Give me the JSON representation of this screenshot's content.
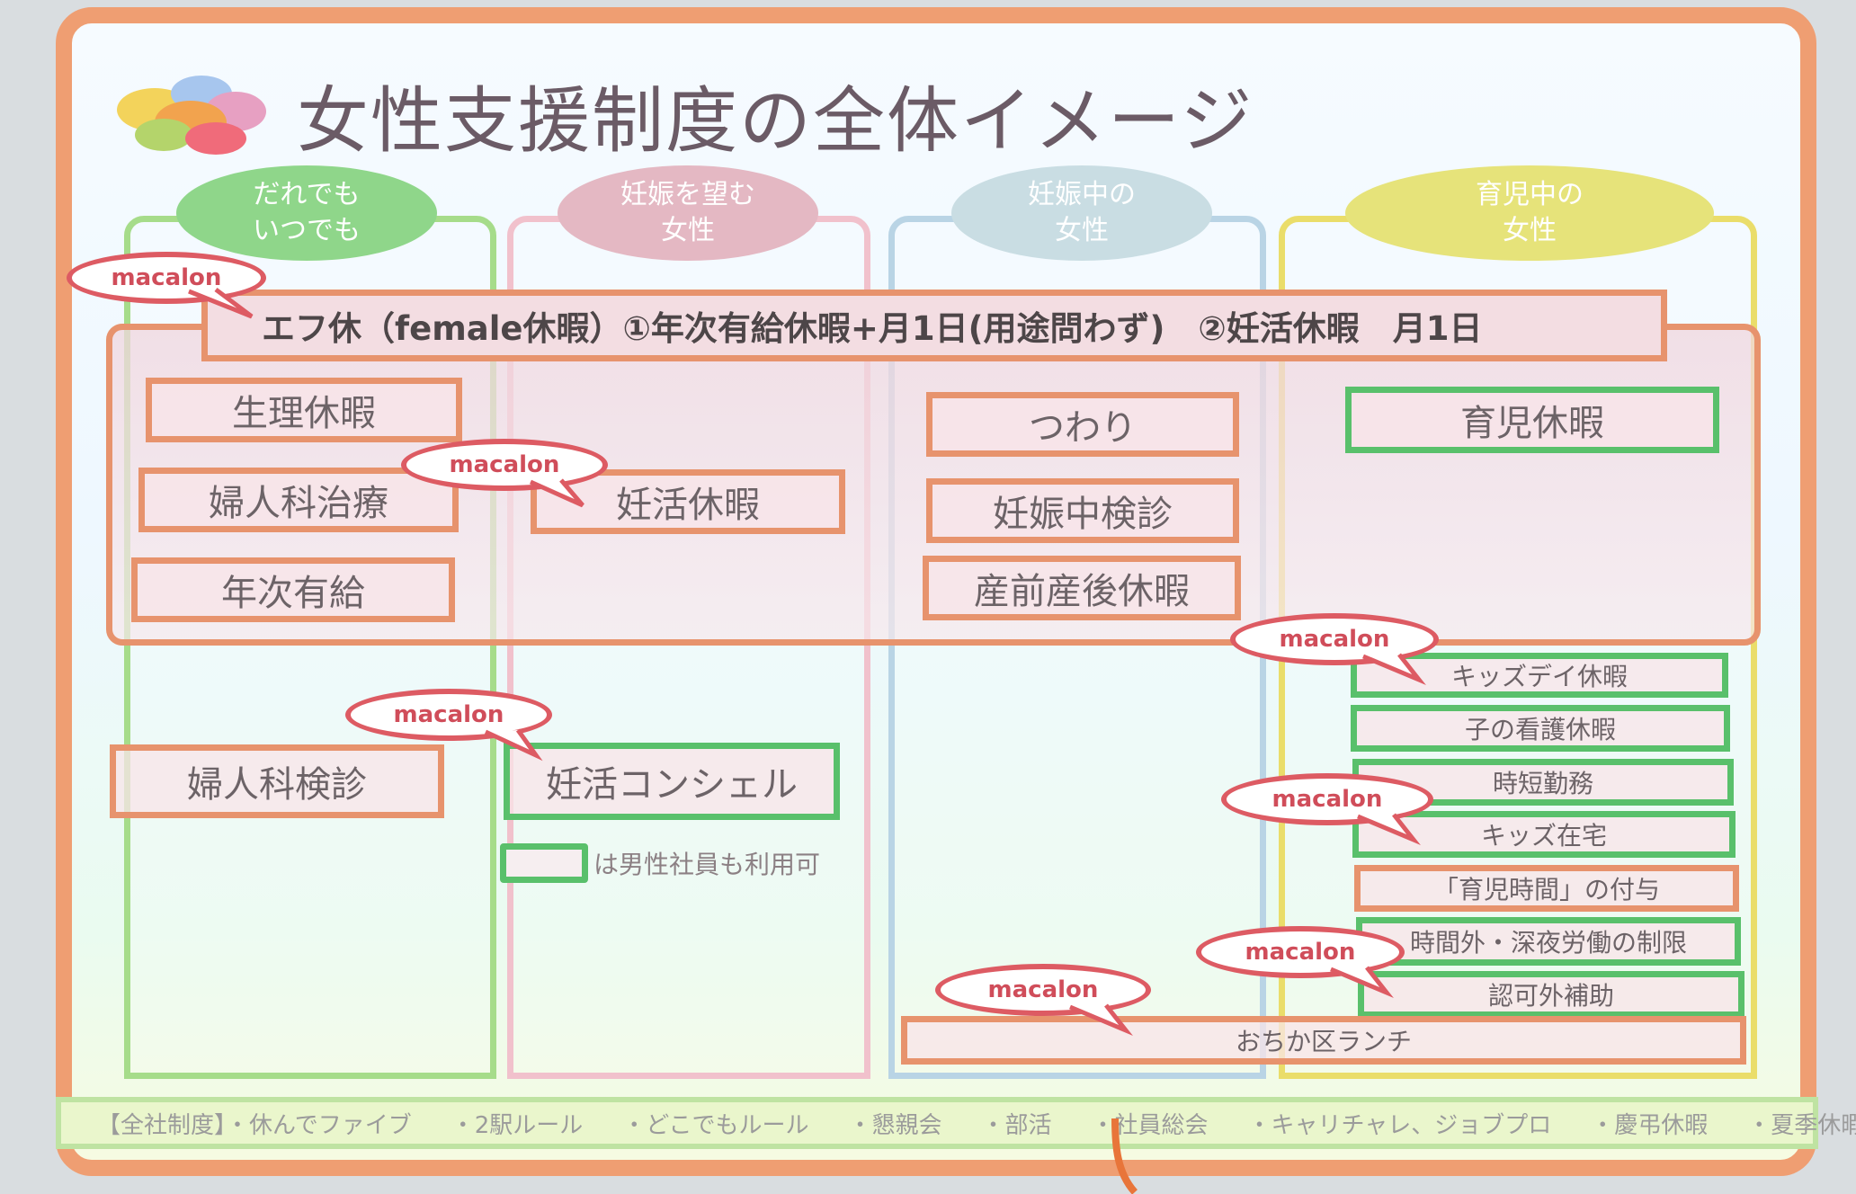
{
  "title": "女性支援制度の全体イメージ",
  "columns": [
    {
      "line1": "だれでも",
      "line2": "いつでも",
      "color": "#8fd68a",
      "border": "#a6dc8a"
    },
    {
      "line1": "妊娠を望む",
      "line2": "女性",
      "color": "#e4b8c3",
      "border": "#f1c1cc"
    },
    {
      "line1": "妊娠中の",
      "line2": "女性",
      "color": "#c9dde3",
      "border": "#b9d4e5"
    },
    {
      "line1": "育児中の",
      "line2": "女性",
      "color": "#e6e37a",
      "border": "#eadd6a"
    }
  ],
  "header_text": "エフ休（female休暇）①年次有給休暇+月1日(用途問わず)　②妊活休暇　月1日",
  "bubble_label": "macalon",
  "boxes": {
    "seiri": "生理休暇",
    "fujinka_chiryo": "婦人科治療",
    "nenji_yukyu": "年次有給",
    "ninkatsu_kyuka": "妊活休暇",
    "tsuwari": "つわり",
    "ninshin_kenshin": "妊娠中検診",
    "sanzen_sango": "産前産後休暇",
    "ikuji_kyuka": "育児休暇",
    "fujinka_kenshin": "婦人科検診",
    "ninkatsu_concier": "妊活コンシェル",
    "kids_day": "キッズデイ休暇",
    "kango": "子の看護休暇",
    "jitan": "時短勤務",
    "kids_zaitaku": "キッズ在宅",
    "ikuji_jikan": "「育児時間」の付与",
    "jikangai": "時間外・深夜労働の制限",
    "ninkagai": "認可外補助",
    "ochikaku_lunch": "おちか区ランチ"
  },
  "legend_text": "は男性社員も利用可",
  "footer": [
    "【全社制度】・休んでファイブ",
    "・2駅ルール",
    "・どこでもルール",
    "・懇親会",
    "・部活",
    "・社員総会",
    "・キャリチャレ、ジョブプロ",
    "・慶弔休暇",
    "・夏季休暇"
  ],
  "colors": {
    "frame": "#ef9e72",
    "box_border": "#e7936d",
    "green_border": "#59c06b",
    "bubble_red": "#dd5b63"
  }
}
